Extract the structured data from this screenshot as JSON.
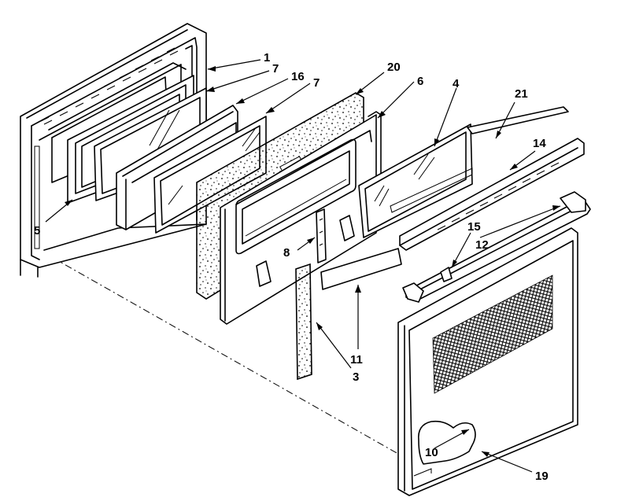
{
  "callouts": [
    {
      "id": "c1",
      "text": "1"
    },
    {
      "id": "c7a",
      "text": "7"
    },
    {
      "id": "c16",
      "text": "16"
    },
    {
      "id": "c7b",
      "text": "7"
    },
    {
      "id": "c20",
      "text": "20"
    },
    {
      "id": "c6",
      "text": "6"
    },
    {
      "id": "c4",
      "text": "4"
    },
    {
      "id": "c21",
      "text": "21"
    },
    {
      "id": "c14",
      "text": "14"
    },
    {
      "id": "c15",
      "text": "15"
    },
    {
      "id": "c12",
      "text": "12"
    },
    {
      "id": "c5",
      "text": "5"
    },
    {
      "id": "c8",
      "text": "8"
    },
    {
      "id": "c3",
      "text": "3"
    },
    {
      "id": "c11",
      "text": "11"
    },
    {
      "id": "c10",
      "text": "10"
    },
    {
      "id": "c19",
      "text": "19"
    }
  ]
}
